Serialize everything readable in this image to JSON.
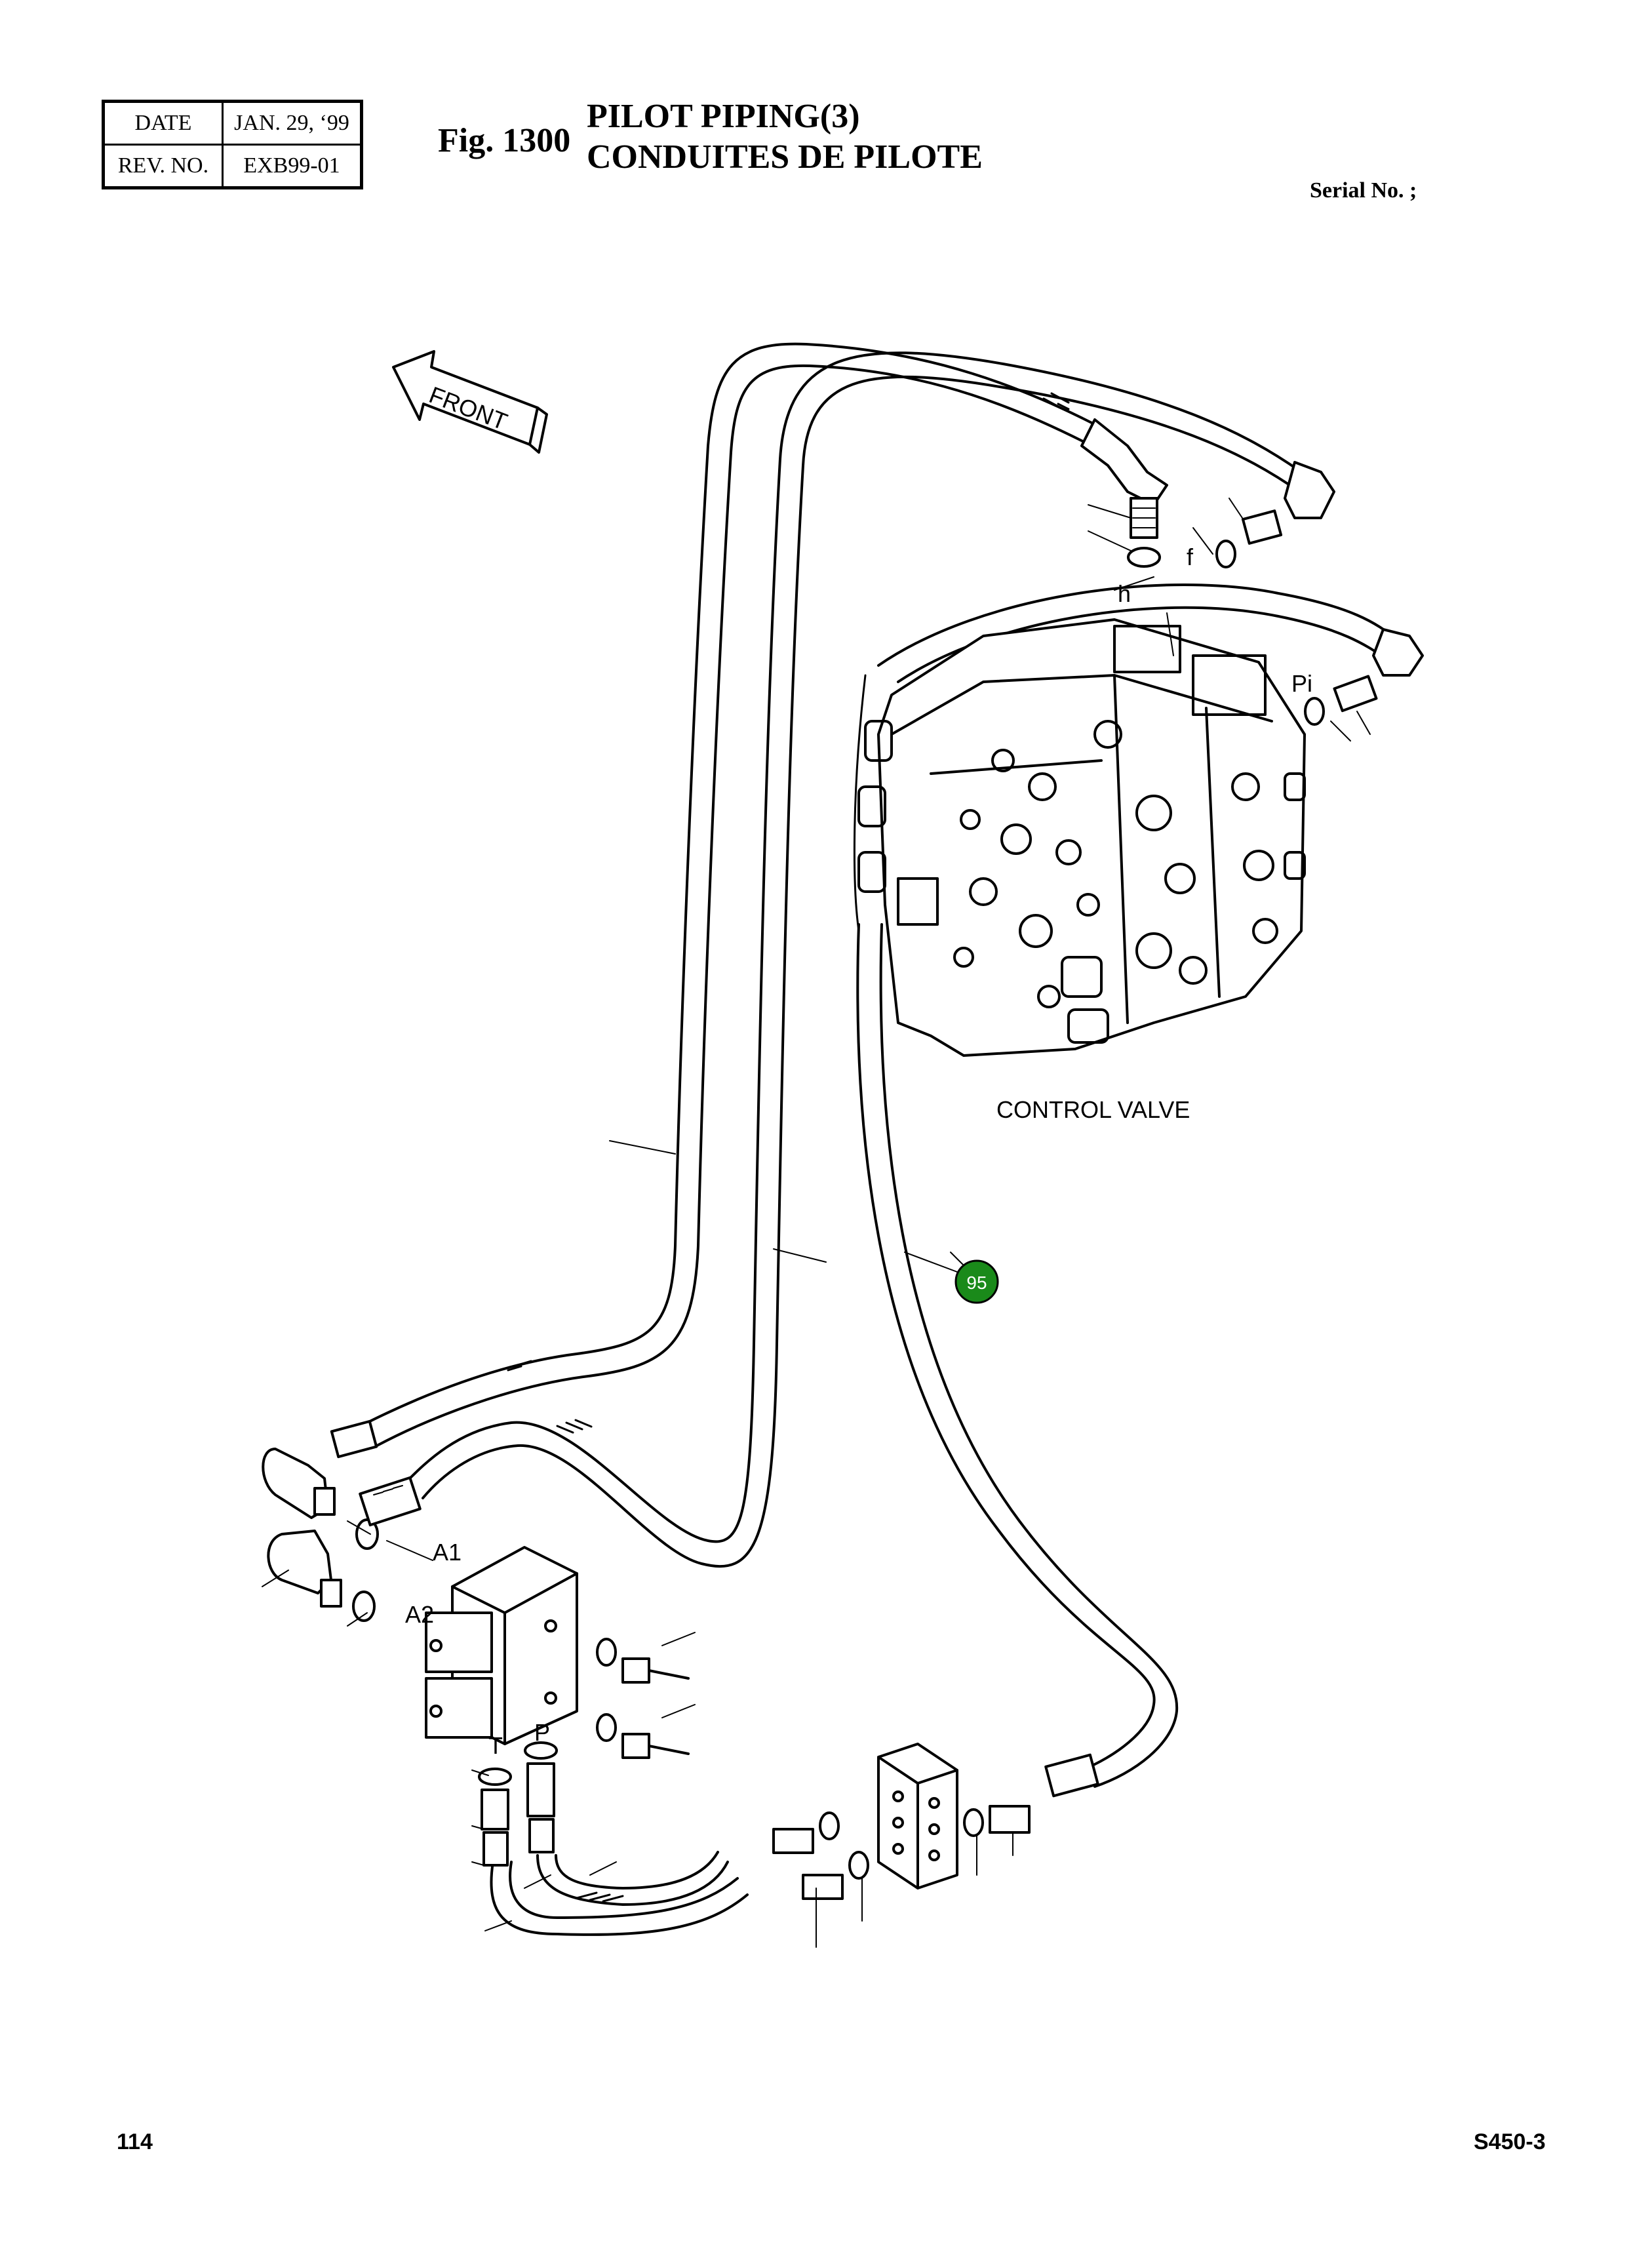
{
  "header": {
    "date_label": "DATE",
    "date_value": "JAN. 29, ‘99",
    "rev_label": "REV. NO.",
    "rev_value": "EXB99-01",
    "fig_number": "Fig. 1300",
    "title_en": "PILOT PIPING(3)",
    "title_fr": "CONDUITES DE PILOTE",
    "serial_no": "Serial No. ;"
  },
  "diagram": {
    "front_label": "FRONT",
    "control_valve_label": "CONTROL VALVE",
    "port_labels": {
      "f": "f",
      "h": "h",
      "pi": "Pi",
      "a1": "A1",
      "a2": "A2",
      "t": "T",
      "p": "P"
    },
    "callout": {
      "number": "95",
      "color": "#1a8a1a"
    }
  },
  "footer": {
    "page_number": "114",
    "model": "S450-3"
  }
}
